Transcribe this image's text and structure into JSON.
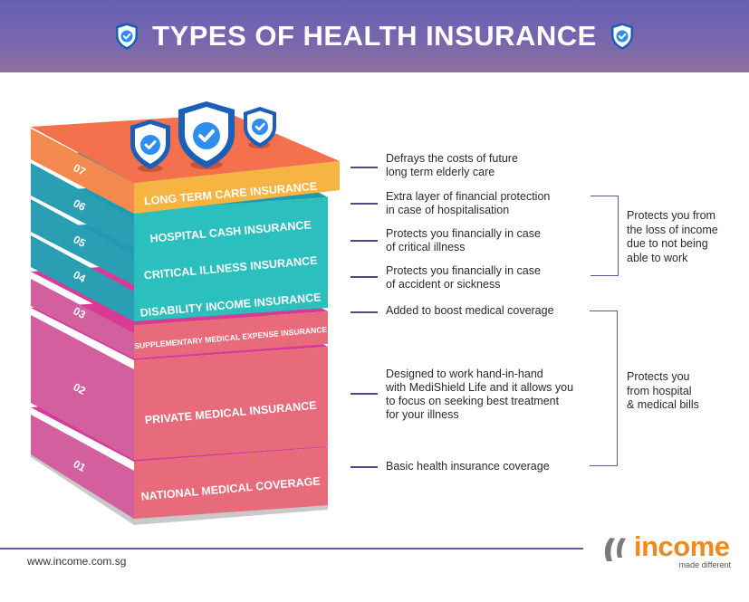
{
  "header": {
    "title": "TYPES OF HEALTH INSURANCE",
    "left_icon": "shield-check-icon",
    "right_icon": "shield-check-icon",
    "gradient_top": "#6560b6",
    "gradient_bottom": "#8e6fa0"
  },
  "layers": [
    {
      "number": "07",
      "name": "LONG TERM CARE INSURANCE",
      "description": "Defrays the costs of future long term elderly care",
      "top_color": "#f5714d",
      "front_color": "#f6b442",
      "side_color": "#f48a4f"
    },
    {
      "number": "06",
      "name": "HOSPITAL CASH INSURANCE",
      "description": "Extra layer of financial protection in case of hospitalisation",
      "top_color": "#1f9bb0",
      "front_color": "#2bbfbd",
      "side_color": "#2a9fb3"
    },
    {
      "number": "05",
      "name": "CRITICAL ILLNESS INSURANCE",
      "description": "Protects you financially in case of critical illness",
      "top_color": "#1f9bb0",
      "front_color": "#2bbfbd",
      "side_color": "#2a9fb3"
    },
    {
      "number": "04",
      "name": "DISABILITY INCOME INSURANCE",
      "description": "Protects you financially in case of accident or sickness",
      "top_color": "#1f9bb0",
      "front_color": "#2bbfbd",
      "side_color": "#2a9fb3"
    },
    {
      "number": "03",
      "name": "SUPPLEMENTARY MEDICAL EXPENSE INSURANCE",
      "description": "Added to boost medical coverage",
      "top_color": "#d93a95",
      "front_color": "#e86b7b",
      "side_color": "#d95c9a"
    },
    {
      "number": "02",
      "name": "PRIVATE MEDICAL INSURANCE",
      "description": "Designed to work hand-in-hand with MediShield Life and it allows you to focus on seeking best treatment for your illness",
      "top_color": "#d93a95",
      "front_color": "#e86b7b",
      "side_color": "#d95c9a"
    },
    {
      "number": "01",
      "name": "NATIONAL MEDICAL COVERAGE",
      "description": "Basic health insurance coverage",
      "top_color": "#d93a95",
      "front_color": "#e86b7b",
      "side_color": "#d95c9a"
    }
  ],
  "descriptions": {
    "d07_l1": "Defrays the costs of future",
    "d07_l2": "long term elderly care",
    "d06_l1": "Extra layer of financial protection",
    "d06_l2": "in case of hospitalisation",
    "d05_l1": "Protects you financially in case",
    "d05_l2": "of critical illness",
    "d04_l1": "Protects you financially in case",
    "d04_l2": "of accident or sickness",
    "d03_l1": "Added to boost medical coverage",
    "d02_l1": "Designed to work hand-in-hand",
    "d02_l2": "with MediShield Life and it allows you",
    "d02_l3": "to focus on seeking best treatment",
    "d02_l4": "for your illness",
    "d01_l1": "Basic health insurance coverage"
  },
  "groups": [
    {
      "lines": [
        "Protects you from",
        "the loss of income",
        "due to not being",
        "able to work"
      ],
      "covers": [
        "06",
        "05",
        "04"
      ]
    },
    {
      "lines": [
        "Protects you",
        "from hospital",
        "& medical bills"
      ],
      "covers": [
        "03",
        "02",
        "01"
      ]
    }
  ],
  "footer": {
    "url": "www.income.com.sg",
    "logo_word": "income",
    "logo_tagline": "made different",
    "logo_color": "#f08a1c"
  }
}
